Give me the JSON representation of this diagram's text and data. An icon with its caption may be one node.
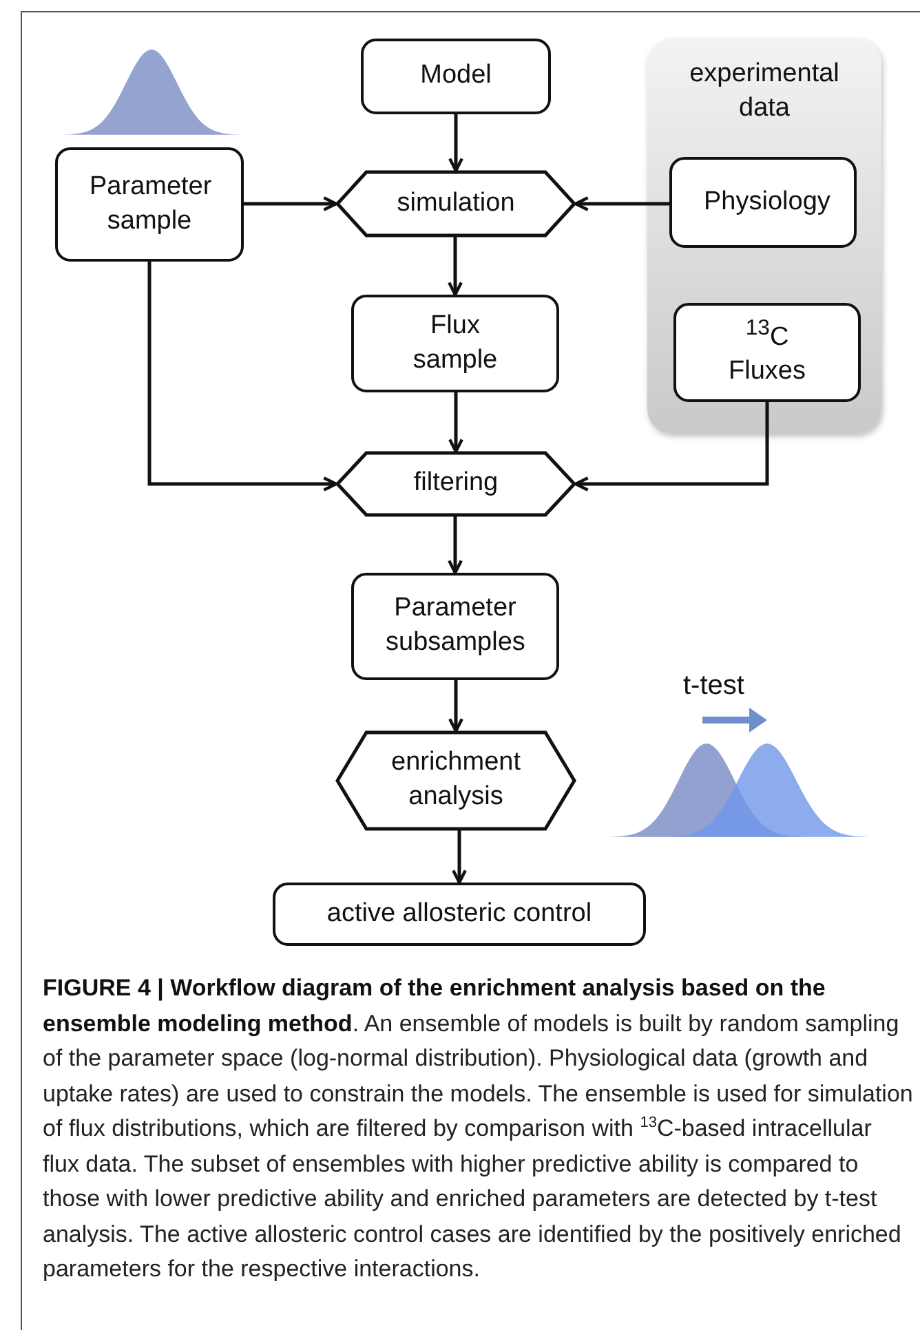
{
  "diagram": {
    "caption": "**FIGURE 4 | Workflow diagram of the enrichment analysis based on the ensemble modeling method**. An ensemble of models is built by random sampling of the parameter space (log-normal distribution). Physiological data (growth and uptake rates) are used to constrain the models. The ensemble is used for simulation of flux distributions, which are filtered by comparison with $^{13}$C-based intracellular flux data. The subset of ensembles with higher predictive ability is compared to those with lower predictive ability and enriched parameters are detected by t-test analysis. The active allosteric control cases are identified by the positively enriched parameters for the respective interactions.",
    "nodes": [
      {
        "text": [
          "Model"
        ]
      },
      {
        "text": [
          "experimental data"
        ]
      },
      {
        "text": [
          "Parameter sample"
        ]
      },
      {
        "text": [
          "simulation"
        ]
      },
      {
        "text": [
          "Physiology"
        ],
        "in": 1
      },
      {
        "text": [
          "Flux sample"
        ]
      },
      {
        "text": [
          "$^{13}$C Fluxes"
        ],
        "in": 1
      },
      {
        "text": [
          "filtering"
        ]
      },
      {
        "text": [
          "Parameter subsamples"
        ]
      },
      {
        "text": [
          "enrichment analysis"
        ]
      },
      {
        "text": [
          "active allosteric control"
        ]
      }
    ],
    "edges": [
      {
        "from": 0,
        "to": 3,
        "arrow": "to"
      },
      {
        "from": 2,
        "to": 3,
        "arrow": "to"
      },
      {
        "from": 4,
        "to": 3,
        "arrow": "to"
      },
      {
        "from": 3,
        "to": 5,
        "arrow": "to"
      },
      {
        "from": 2,
        "to": 7,
        "arrow": "to"
      },
      {
        "from": 5,
        "to": 7,
        "arrow": "to"
      },
      {
        "from": 6,
        "to": 7,
        "arrow": "to"
      },
      {
        "from": 7,
        "to": 8,
        "arrow": "to"
      },
      {
        "from": 8,
        "to": 9,
        "arrow": "to"
      },
      {
        "from": 9,
        "to": 10,
        "arrow": "to"
      }
    ],
    "labels": [
      "t-test"
    ]
  }
}
